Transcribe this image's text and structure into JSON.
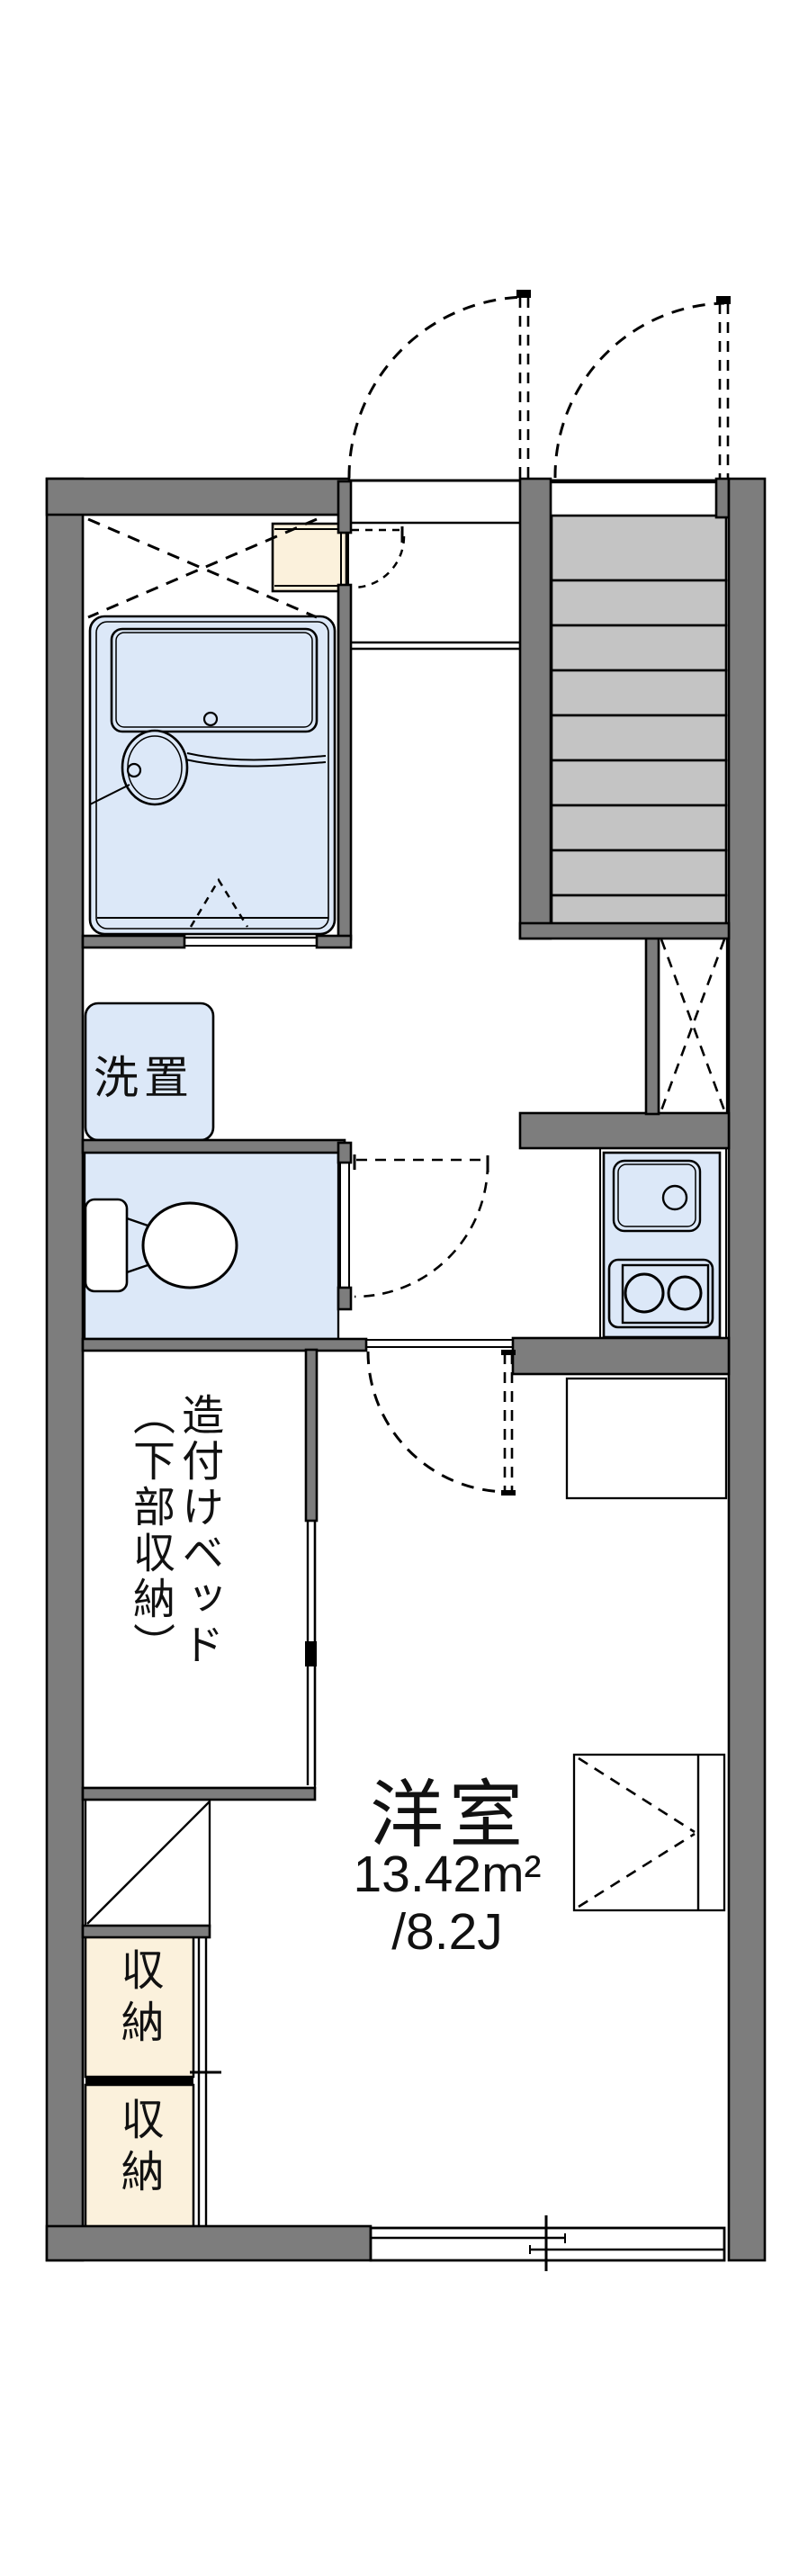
{
  "floorplan": {
    "type": "apartment-floor-plan",
    "labels": {
      "washer": "洗置",
      "bed": "造付けベッド\n（下部収納）",
      "room_name": "洋室",
      "room_area_sqm": "13.42m²",
      "room_area_jo": "/8.2J",
      "closet_a": "収納",
      "closet_b": "収納"
    },
    "colors": {
      "wall": "#7d7d7d",
      "stairs": "#c4c4c4",
      "fixture_blue": "#dce8f8",
      "wood_cream": "#fbf1dc",
      "line": "#000000",
      "background": "#ffffff"
    }
  }
}
